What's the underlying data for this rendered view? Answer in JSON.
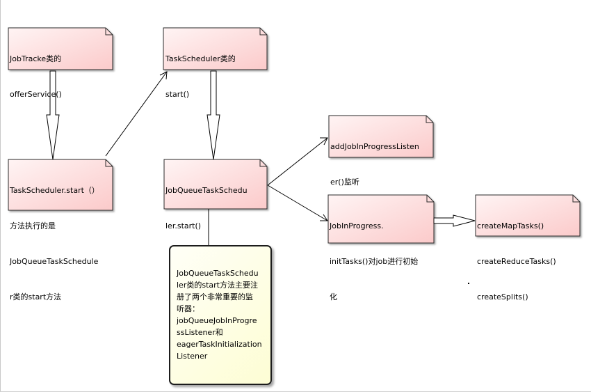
{
  "notes": {
    "jobtracker": {
      "lines": [
        "JobTracke类的",
        "offerService()"
      ]
    },
    "taskscheduler_top": {
      "lines": [
        "TaskScheduler类的",
        "start()"
      ]
    },
    "taskscheduler_start": {
      "lines": [
        "TaskScheduler.start（）",
        "方法执行的是",
        "JobQueueTaskSchedule",
        "r类的start方法"
      ]
    },
    "jobqueue_start": {
      "lines": [
        "JobQueueTaskSchedu",
        "ler.start()"
      ]
    },
    "add_listener": {
      "lines": [
        "addJobInProgressListen",
        "er()监听"
      ]
    },
    "init_tasks": {
      "lines": [
        "JobInProgress.",
        "initTasks()对job进行初始",
        "化"
      ]
    },
    "create_tasks": {
      "lines": [
        "createMapTasks()",
        "createReduceTasks()",
        "createSplits()"
      ]
    }
  },
  "comment": {
    "lines": [
      "JobQueueTaskSchedu",
      "ler类的start方法主要注",
      "册了两个非常重要的监",
      "听器：",
      "jobQueueJobInProgre",
      "ssListener和",
      "eagerTaskInitialization",
      "Listener"
    ]
  },
  "colors": {
    "note_fill_top": "#fff2f2",
    "note_fill_bottom": "#fbcfcf",
    "note_border": "#2a2a2a",
    "comment_fill": "#fdfdd4",
    "connector": "#000000"
  }
}
